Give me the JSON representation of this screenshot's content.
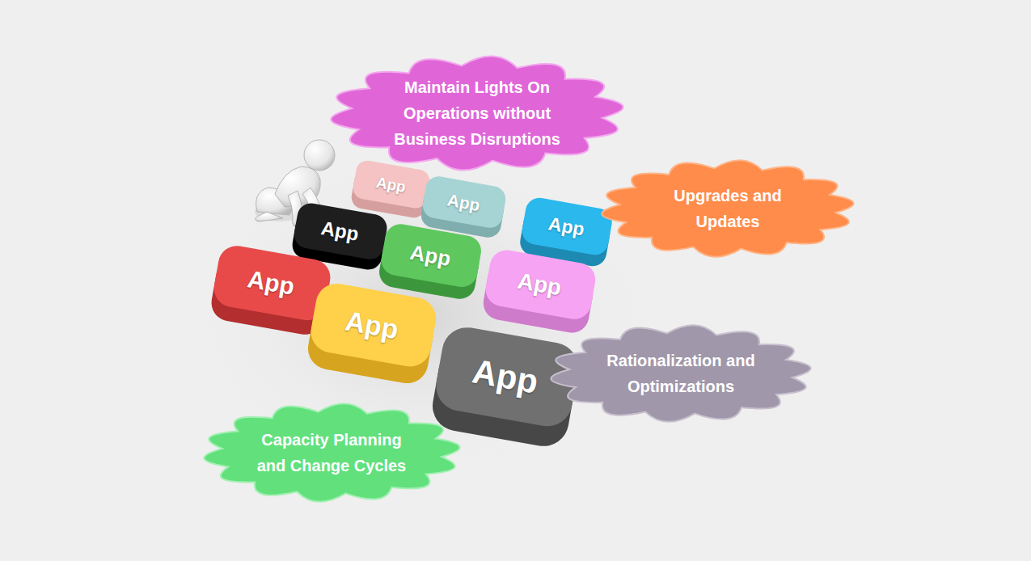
{
  "diagram": {
    "nodes": [
      {
        "text": [
          "Maintain Lights On Operations without Business Disruptions"
        ]
      },
      {
        "text": [
          "App"
        ]
      },
      {
        "text": [
          "App"
        ]
      },
      {
        "text": [
          "Upgrades and Updates"
        ]
      },
      {
        "text": [
          "App"
        ]
      },
      {
        "text": [
          "App"
        ]
      },
      {
        "text": [
          "App"
        ]
      },
      {
        "text": [
          "App"
        ]
      },
      {
        "text": [
          "App"
        ]
      },
      {
        "text": [
          "App"
        ]
      },
      {
        "text": [
          "Rationalization and Optimizations"
        ]
      },
      {
        "text": [
          "App"
        ]
      },
      {
        "text": [
          "Capacity Planning and Change Cycles"
        ]
      }
    ]
  }
}
